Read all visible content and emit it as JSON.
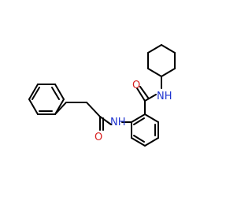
{
  "molecule": {
    "atoms": {
      "amide_n_top": "NH",
      "carbonyl_o_top": "O",
      "amide_n_left": "NH",
      "carbonyl_o_left": "O"
    },
    "colors": {
      "bond": "#000000",
      "nitrogen": "#1f35d0",
      "oxygen": "#d81e1e",
      "background": "#ffffff"
    }
  }
}
